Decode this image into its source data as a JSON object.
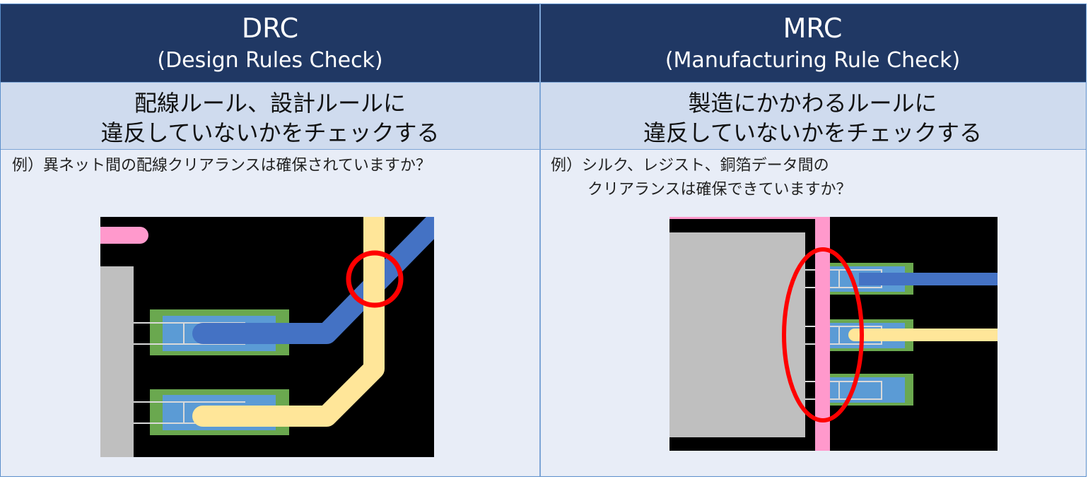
{
  "left": {
    "title": "DRC",
    "subtitle": "(Design Rules Check)",
    "desc_line1": "配線ルール、設計ルールに",
    "desc_line2": "違反していないかをチェックする",
    "example": "例）異ネット間の配線クリアランスは確保されていますか？"
  },
  "right": {
    "title": "MRC",
    "subtitle": "(Manufacturing Rule Check)",
    "desc_line1": "製造にかかわるルールに",
    "desc_line2": "違反していないかをチェックする",
    "example_line1": "例）シルク、レジスト、銅箔データ間の",
    "example_line2": "クリアランスは確保できていますか？"
  },
  "colors": {
    "header_bg": "#203864",
    "subheader_bg": "#cfdbee",
    "body_bg": "#e8edf7",
    "pcb_bg": "#000000",
    "pad_green": "#6aa84f",
    "pad_blue": "#5b9bd5",
    "trace_blue": "#4472c4",
    "trace_yellow": "#ffe699",
    "silk_pink": "#ff99cc",
    "body_gray": "#bfbfbf",
    "highlight_red": "#ff0000"
  }
}
